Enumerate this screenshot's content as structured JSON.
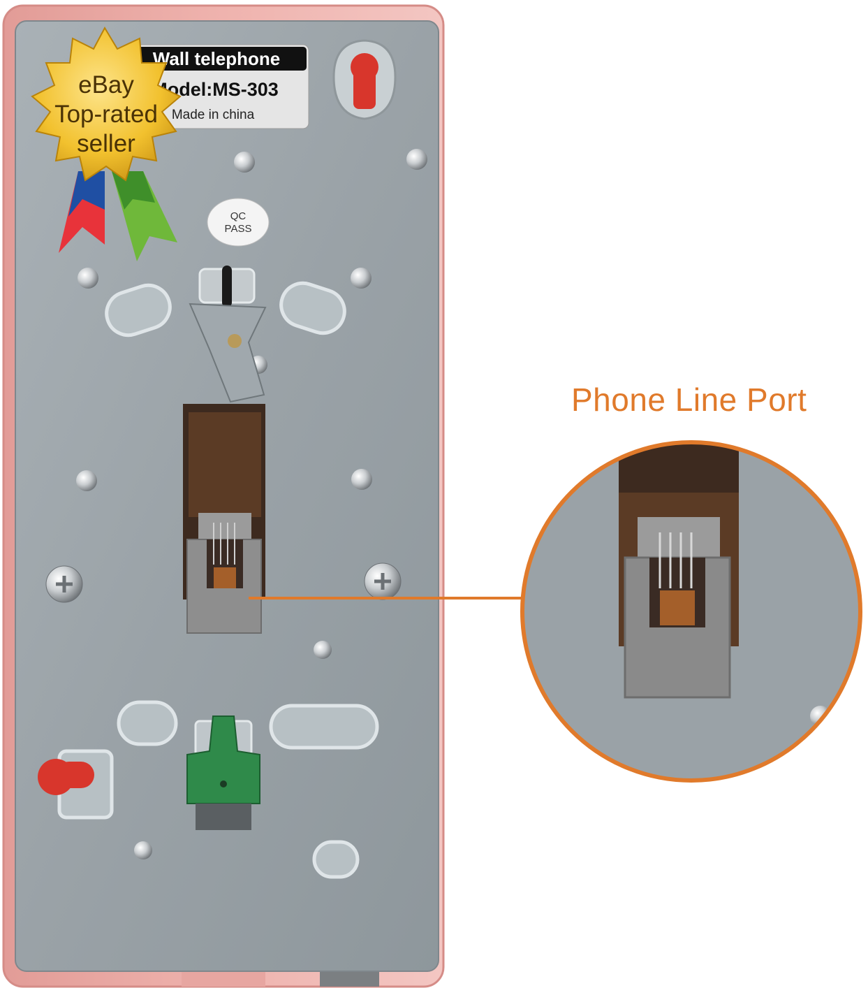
{
  "callout": {
    "title": "Phone Line Port"
  },
  "sticker": {
    "line1": "Wall telephone",
    "line2": "Model:MS-303",
    "line3": "Made in china"
  },
  "qc_label": {
    "line1": "QC",
    "line2": "PASS"
  },
  "badge": {
    "line1": "eBay",
    "line2": "Top-rated",
    "line3": "seller"
  },
  "colors": {
    "housing_pink": "#e9a5a0",
    "metal_plate": "#9aa3a8",
    "accent_orange": "#e07a2b",
    "badge_gold": "#f2c12e",
    "keyhole_red": "#d8362c",
    "clip_green": "#2f8a4a"
  },
  "icons": [
    "ebay-top-rated-badge-icon",
    "keyhole-icon",
    "screw-icon",
    "phone-jack-icon"
  ]
}
